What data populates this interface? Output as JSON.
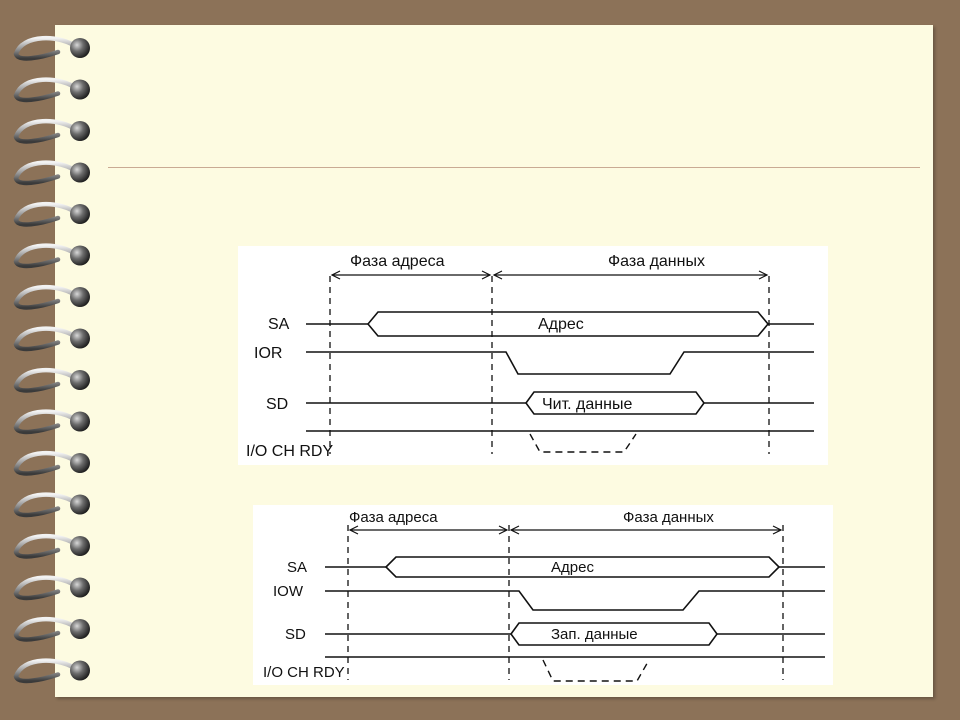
{
  "diagrams": {
    "read": {
      "phase_address": "Фаза адреса",
      "phase_data": "Фаза данных",
      "signals": {
        "sa": "SA",
        "ctrl": "IOR",
        "sd": "SD",
        "rdy": "I/O CH RDY"
      },
      "sa_bus": "Адрес",
      "sd_bus": "Чит. данные"
    },
    "write": {
      "phase_address": "Фаза адреса",
      "phase_data": "Фаза данных",
      "signals": {
        "sa": "SA",
        "ctrl": "IOW",
        "sd": "SD",
        "rdy": "I/O CH RDY"
      },
      "sa_bus": "Адрес",
      "sd_bus": "Зап. данные"
    }
  },
  "colors": {
    "background": "#8c7258",
    "page": "#fdfbe1",
    "rule": "#c9aa93",
    "diagram_bg": "#ffffff",
    "ink": "#111111"
  }
}
